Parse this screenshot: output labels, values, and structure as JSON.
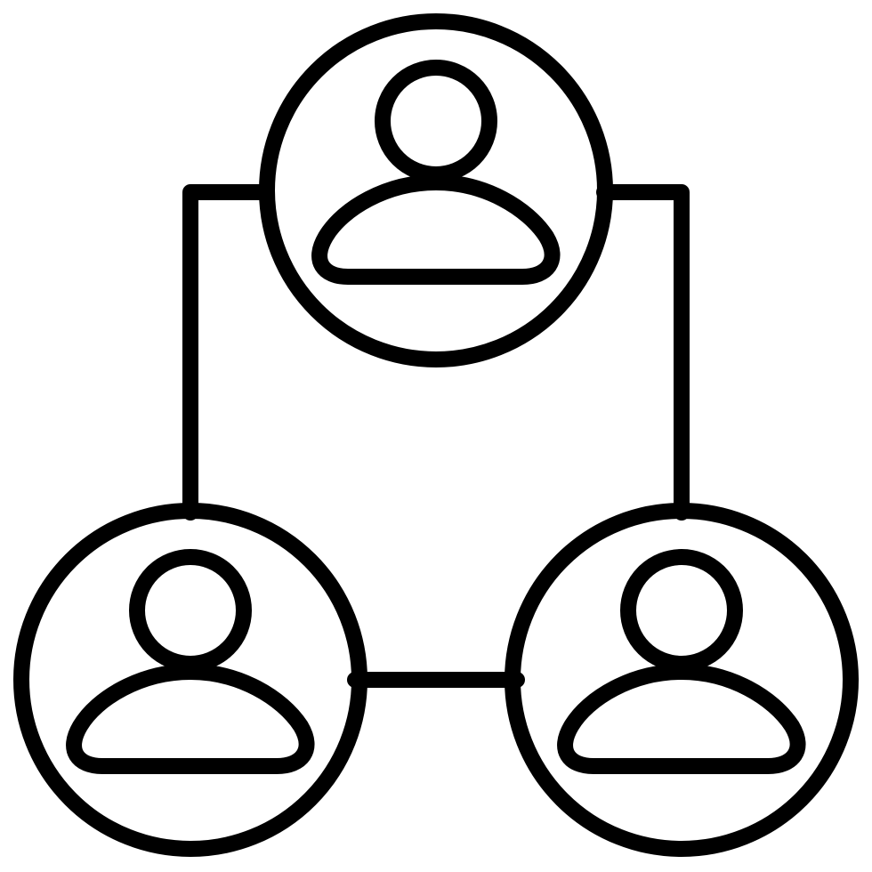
{
  "icon": {
    "name": "user-network-icon",
    "nodes": [
      "top-user",
      "bottom-left-user",
      "bottom-right-user"
    ],
    "style": "outline",
    "colors": {
      "stroke": "#000000",
      "background": "#ffffff"
    }
  }
}
